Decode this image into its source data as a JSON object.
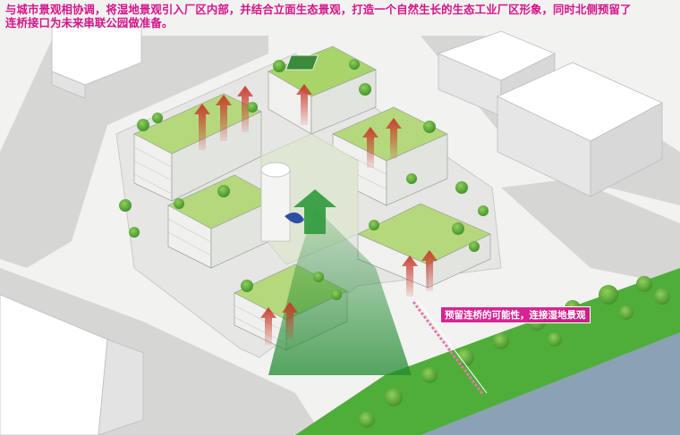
{
  "caption": {
    "line1": "与城市景观相协调，将湿地景观引入厂区内部，并结合立面生态景观，打造一个自然生长的生态工业厂区形象，同时北侧预留了",
    "line2": "连桥接口为未来串联公园做准备。"
  },
  "annotation": "预留连桥的可能性，连接湿地景观",
  "colors": {
    "caption": "#d4148b",
    "wetland": "#4fae3a",
    "river": "#8aa2b3",
    "roof_green": "#b6d87c",
    "arrow_red": "#c8382a",
    "arrow_green": "#2e9a3c"
  }
}
